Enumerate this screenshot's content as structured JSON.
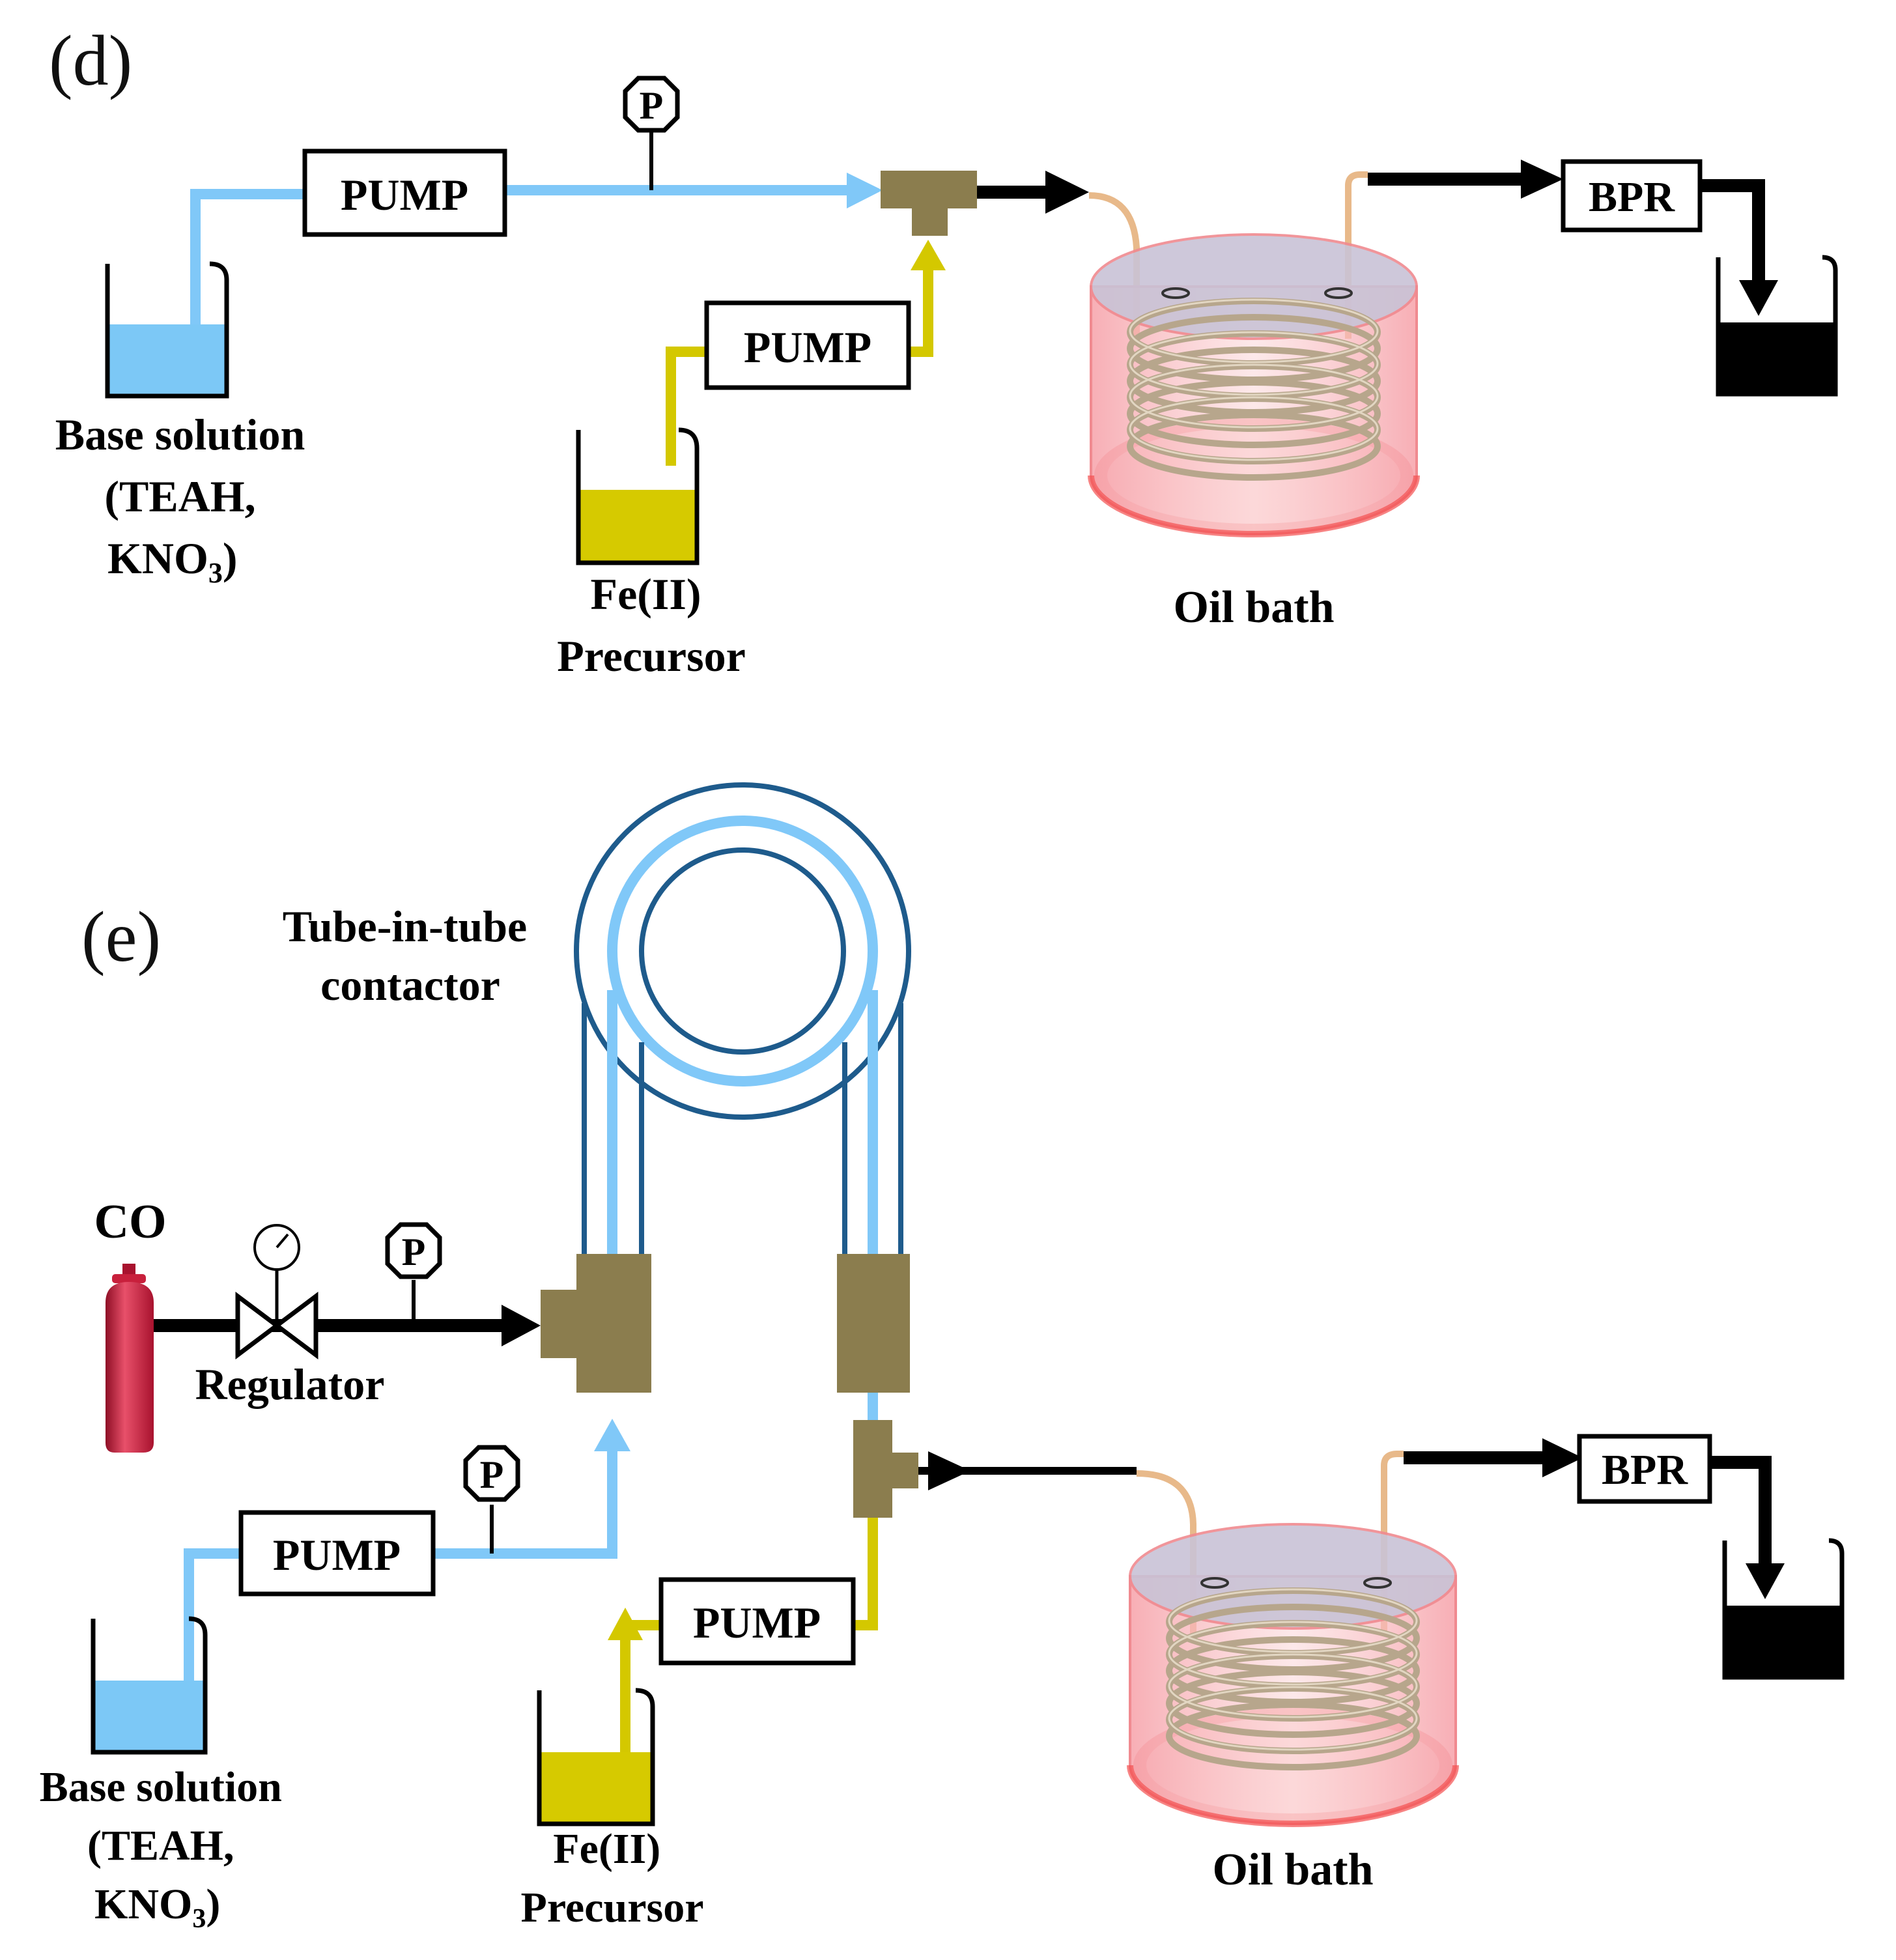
{
  "colors": {
    "base_line": "#80C8F8",
    "base_liquid": "#7CC8F6",
    "precursor_line": "#D4C800",
    "precursor_liquid": "#D6CA00",
    "flow_black": "#000000",
    "connector": "#8B7D4E",
    "contactor_outer": "#1E5B8C",
    "bath_glow": "#F27A7A",
    "coil": "#B9A890",
    "feed_tube": "#E8B98A",
    "gas_cylinder": "#D41A3C"
  },
  "panel_d": {
    "tag": "(d)",
    "pump_base": "PUMP",
    "pump_precursor": "PUMP",
    "pressure_gauge": "P",
    "base_label": [
      "Base solution",
      "(TEAH,",
      "KNO",
      "3",
      ")"
    ],
    "precursor_label": [
      "Fe(II)",
      "Precursor"
    ],
    "bath_label": "Oil bath",
    "bpr": "BPR"
  },
  "panel_e": {
    "tag": "(e)",
    "contactor_label": [
      "Tube-in-tube",
      "contactor"
    ],
    "gas_label": "CO",
    "regulator_label": "Regulator",
    "pressure_gauge_gas": "P",
    "pressure_gauge_base": "P",
    "pump_base": "PUMP",
    "pump_precursor": "PUMP",
    "base_label": [
      "Base solution",
      "(TEAH,",
      "KNO",
      "3",
      ")"
    ],
    "precursor_label": [
      "Fe(II)",
      "Precursor"
    ],
    "bath_label": "Oil bath",
    "bpr": "BPR"
  }
}
